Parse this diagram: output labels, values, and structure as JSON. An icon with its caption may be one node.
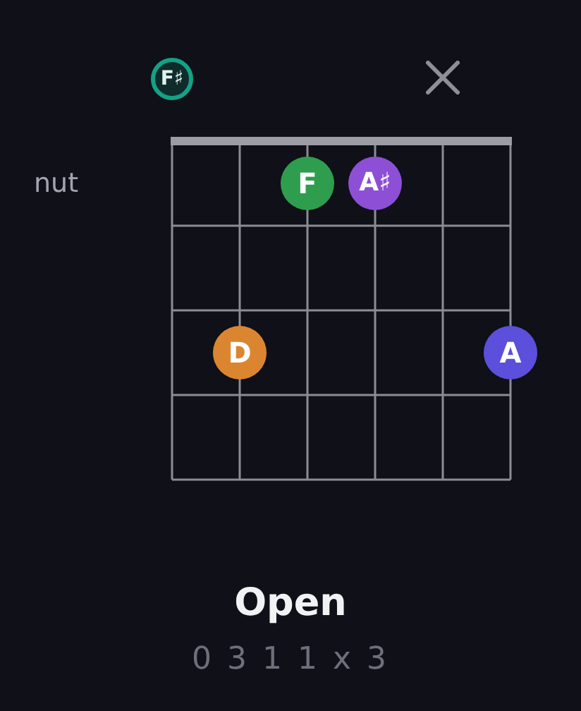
{
  "diagram": {
    "title": "Open",
    "caption": "0 3 1 1 x 3",
    "nodes": [
      {
        "text": [
          "F♯"
        ]
      },
      {
        "text": [
          "F"
        ]
      },
      {
        "text": [
          "A♯"
        ]
      },
      {
        "text": [
          "D"
        ]
      },
      {
        "text": [
          "A"
        ]
      }
    ],
    "labels": [
      "nut"
    ]
  }
}
